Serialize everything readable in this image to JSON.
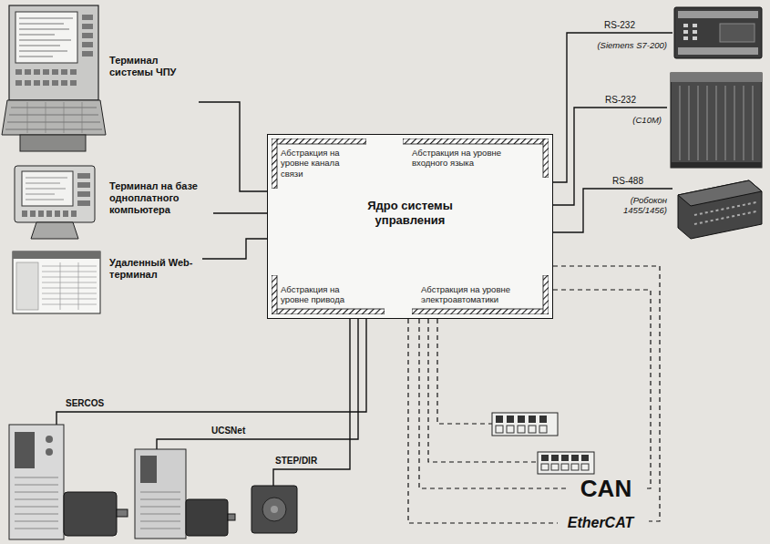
{
  "diagram": {
    "nodes": [
      {
        "text": [
          "Терминал системы ЧПУ"
        ]
      },
      {
        "text": [
          "Терминал на базе одноплатного компьютера"
        ]
      },
      {
        "text": [
          "Удаленный Web-терминал"
        ]
      },
      {
        "text": [
          "Ядро системы управления"
        ]
      },
      {
        "text": [
          "Абстракция на уровне канала связи"
        ],
        "in": 3
      },
      {
        "text": [
          "Абстракция на уровне входного языка"
        ],
        "in": 3
      },
      {
        "text": [
          "Абстракция на уровне привода"
        ],
        "in": 3
      },
      {
        "text": [
          "Абстракция на уровне электроавтоматики"
        ],
        "in": 3
      },
      {
        "text": [
          "(Siemens S7-200)"
        ]
      },
      {
        "text": [
          "(C10M)"
        ]
      },
      {
        "text": [
          "(Робокон 1455/1456)"
        ]
      },
      {
        "text": [
          "CAN"
        ]
      },
      {
        "text": [
          "EtherCAT"
        ]
      }
    ],
    "edges": [
      {
        "from": 0,
        "to": 3,
        "arrow": "none"
      },
      {
        "from": 1,
        "to": 3,
        "arrow": "none"
      },
      {
        "from": 2,
        "to": 3,
        "arrow": "none"
      },
      {
        "from": 3,
        "to": 8,
        "label": "RS-232",
        "arrow": "none"
      },
      {
        "from": 3,
        "to": 9,
        "label": "RS-232",
        "arrow": "none"
      },
      {
        "from": 3,
        "to": 10,
        "label": "RS-488",
        "arrow": "none"
      },
      {
        "from": 3,
        "to": 11,
        "arrow": "none"
      },
      {
        "from": 3,
        "to": 12,
        "arrow": "none"
      }
    ],
    "labels": [
      "SERCOS",
      "UCSNet",
      "STEP/DIR"
    ]
  }
}
